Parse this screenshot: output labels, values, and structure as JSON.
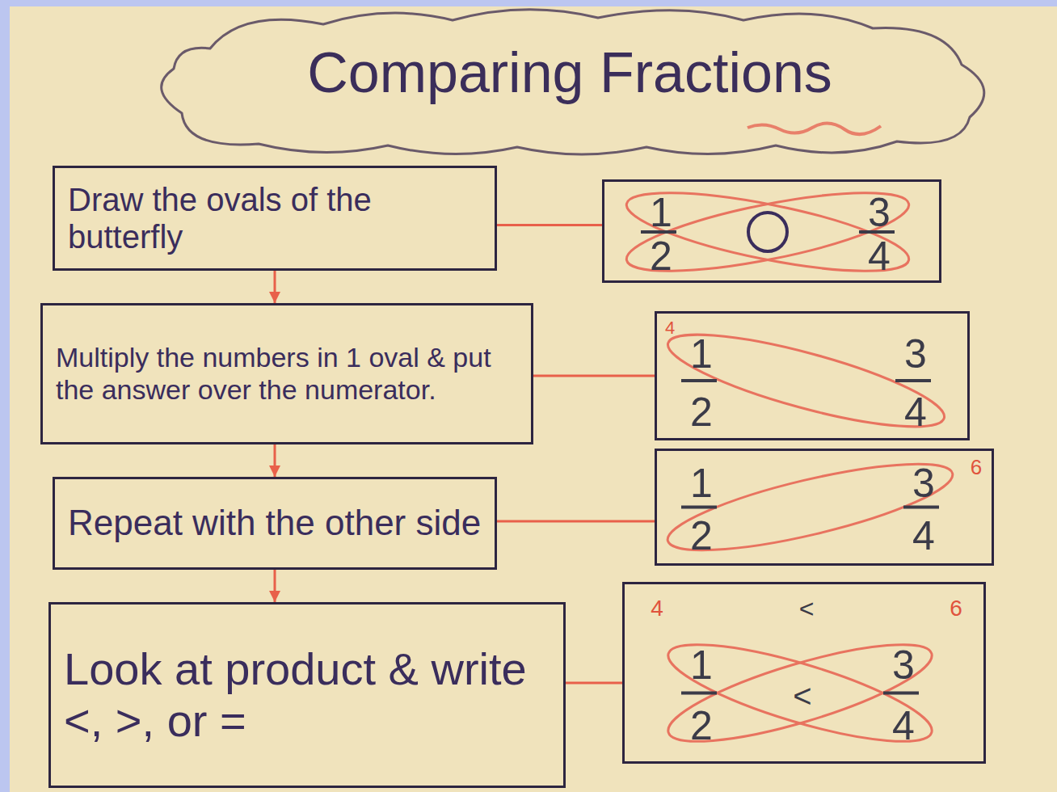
{
  "diagram": {
    "title": "Comparing Fractions",
    "nodes": [
      {
        "text": [
          "Draw the ovals of the butterfly"
        ]
      },
      {
        "text": [
          "1",
          "2",
          "3",
          "4"
        ]
      },
      {
        "text": [
          "Multiply the numbers in 1 oval & put the answer over the numerator."
        ]
      },
      {
        "text": [
          "4",
          "1",
          "2",
          "3",
          "4"
        ]
      },
      {
        "text": [
          "Repeat with the other side"
        ]
      },
      {
        "text": [
          "1",
          "2",
          "3",
          "4",
          "6"
        ]
      },
      {
        "text": [
          "Look at product & write <, >, or ="
        ]
      },
      {
        "text": [
          "4",
          "<",
          "6",
          "1",
          "2",
          "<",
          "3",
          "4"
        ]
      }
    ],
    "edges": [
      {
        "from": 0,
        "to": 1,
        "arrow": "none"
      },
      {
        "from": 0,
        "to": 2,
        "arrow": "to"
      },
      {
        "from": 2,
        "to": 3,
        "arrow": "none"
      },
      {
        "from": 2,
        "to": 4,
        "arrow": "to"
      },
      {
        "from": 4,
        "to": 5,
        "arrow": "none"
      },
      {
        "from": 4,
        "to": 6,
        "arrow": "to"
      },
      {
        "from": 6,
        "to": 7,
        "arrow": "none"
      }
    ]
  }
}
